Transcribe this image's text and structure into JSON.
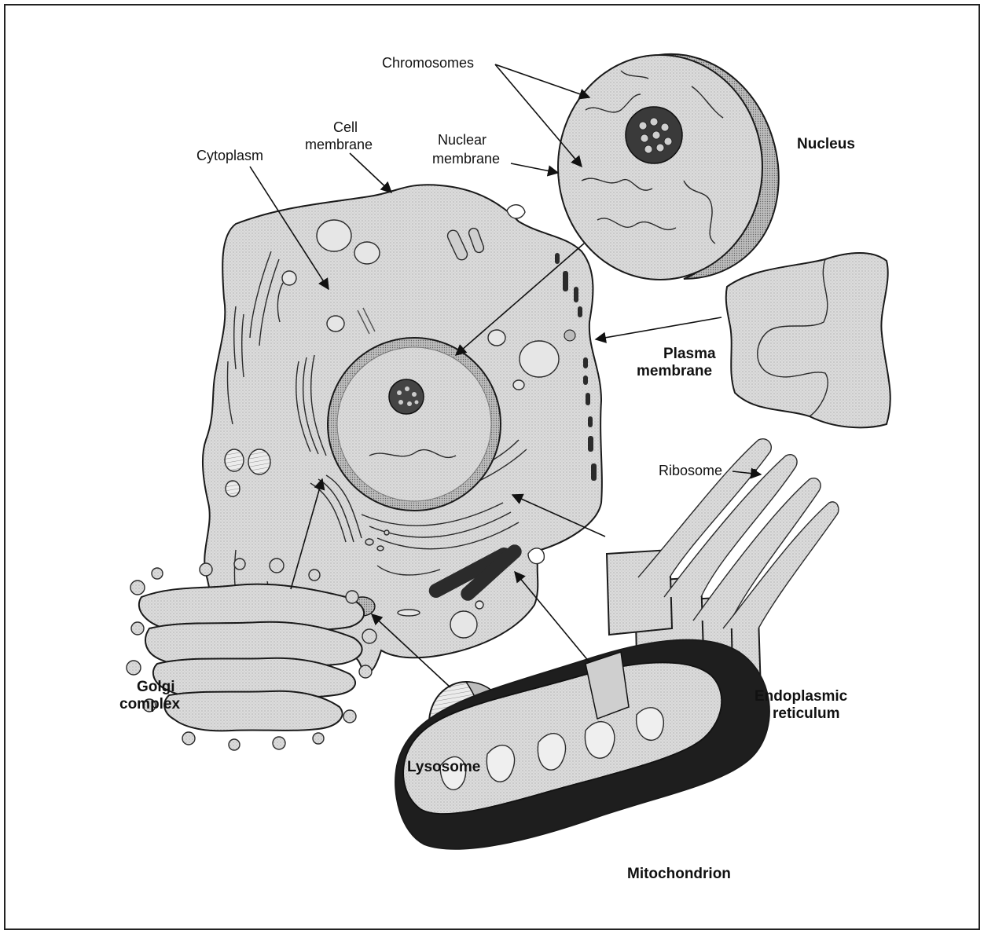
{
  "labels": {
    "chromosomes": "Chromosomes",
    "cell_membrane_line1": "Cell",
    "cell_membrane_line2": "membrane",
    "nuclear_membrane_line1": "Nuclear",
    "nuclear_membrane_line2": "membrane",
    "cytoplasm": "Cytoplasm",
    "nucleus": "Nucleus",
    "plasma_membrane_line1": "Plasma",
    "plasma_membrane_line2": "membrane",
    "ribosome": "Ribosome",
    "endoplasmic_reticulum_line1": "Endoplasmic",
    "endoplasmic_reticulum_line2": "reticulum",
    "golgi_complex_line1": "Golgi",
    "golgi_complex_line2": "complex",
    "lysosome": "Lysosome",
    "mitochondrion": "Mitochondrion"
  },
  "colors": {
    "stipple_fill": "#d9d9d9",
    "dark_fill": "#2b2b2b",
    "line": "#111111",
    "frame": "#222222"
  }
}
